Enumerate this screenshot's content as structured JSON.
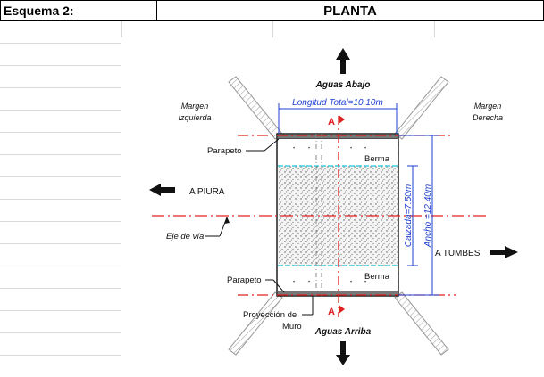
{
  "header": {
    "scheme_label": "Esquema 2:",
    "view_title": "PLANTA"
  },
  "diagram": {
    "downstream": "Aguas Abajo",
    "upstream": "Aguas Arriba",
    "left_bank": [
      "Margen",
      "Izquierda"
    ],
    "right_bank": [
      "Margen",
      "Derecha"
    ],
    "total_length": "Longitud Total=10.10m",
    "section_marker": "A",
    "parapet": "Parapeto",
    "berm": "Berma",
    "to_west": "A PIURA",
    "to_east": "A TUMBES",
    "road_axis": "Eje de vía",
    "roadway_width": "Calzada=7.50m",
    "total_width": "Ancho =12.40m",
    "wall_projection": [
      "Proyección de",
      "Muro"
    ],
    "colors": {
      "accent_blue": "#1f3fcf",
      "axis_red": "#e02020",
      "berm_cyan": "#3fd0e0"
    }
  }
}
